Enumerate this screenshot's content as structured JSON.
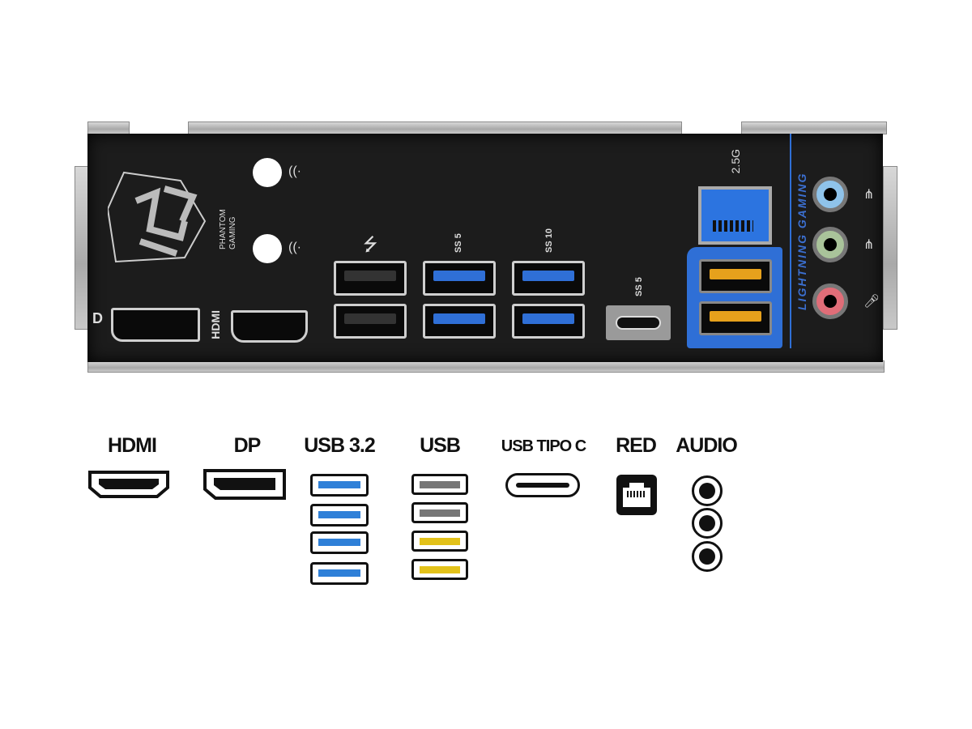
{
  "panel": {
    "logo_text": "PHANTOM GAMING",
    "hdmi_label": "HDMI",
    "dp_icon": "displayport-icon",
    "usb_label_icon": "usb-icon",
    "ss5_label": "SS 5",
    "ss10_label": "SS 10",
    "typec_label": "SS 5",
    "lan_label": "2.5G",
    "brand_strip": "LIGHTNING GAMING",
    "colors": {
      "usb3": "#2f6fd6",
      "usb_yellow": "#e6a11c",
      "lan": "#2f6fd6",
      "line_in": "#8fc3ea",
      "line_out": "#a9c39a",
      "mic": "#e06d78"
    }
  },
  "legend": [
    {
      "label": "HDMI"
    },
    {
      "label": "DP"
    },
    {
      "label": "USB 3.2"
    },
    {
      "label": "USB"
    },
    {
      "label": "USB TIPO C"
    },
    {
      "label": "RED"
    },
    {
      "label": "AUDIO"
    }
  ]
}
